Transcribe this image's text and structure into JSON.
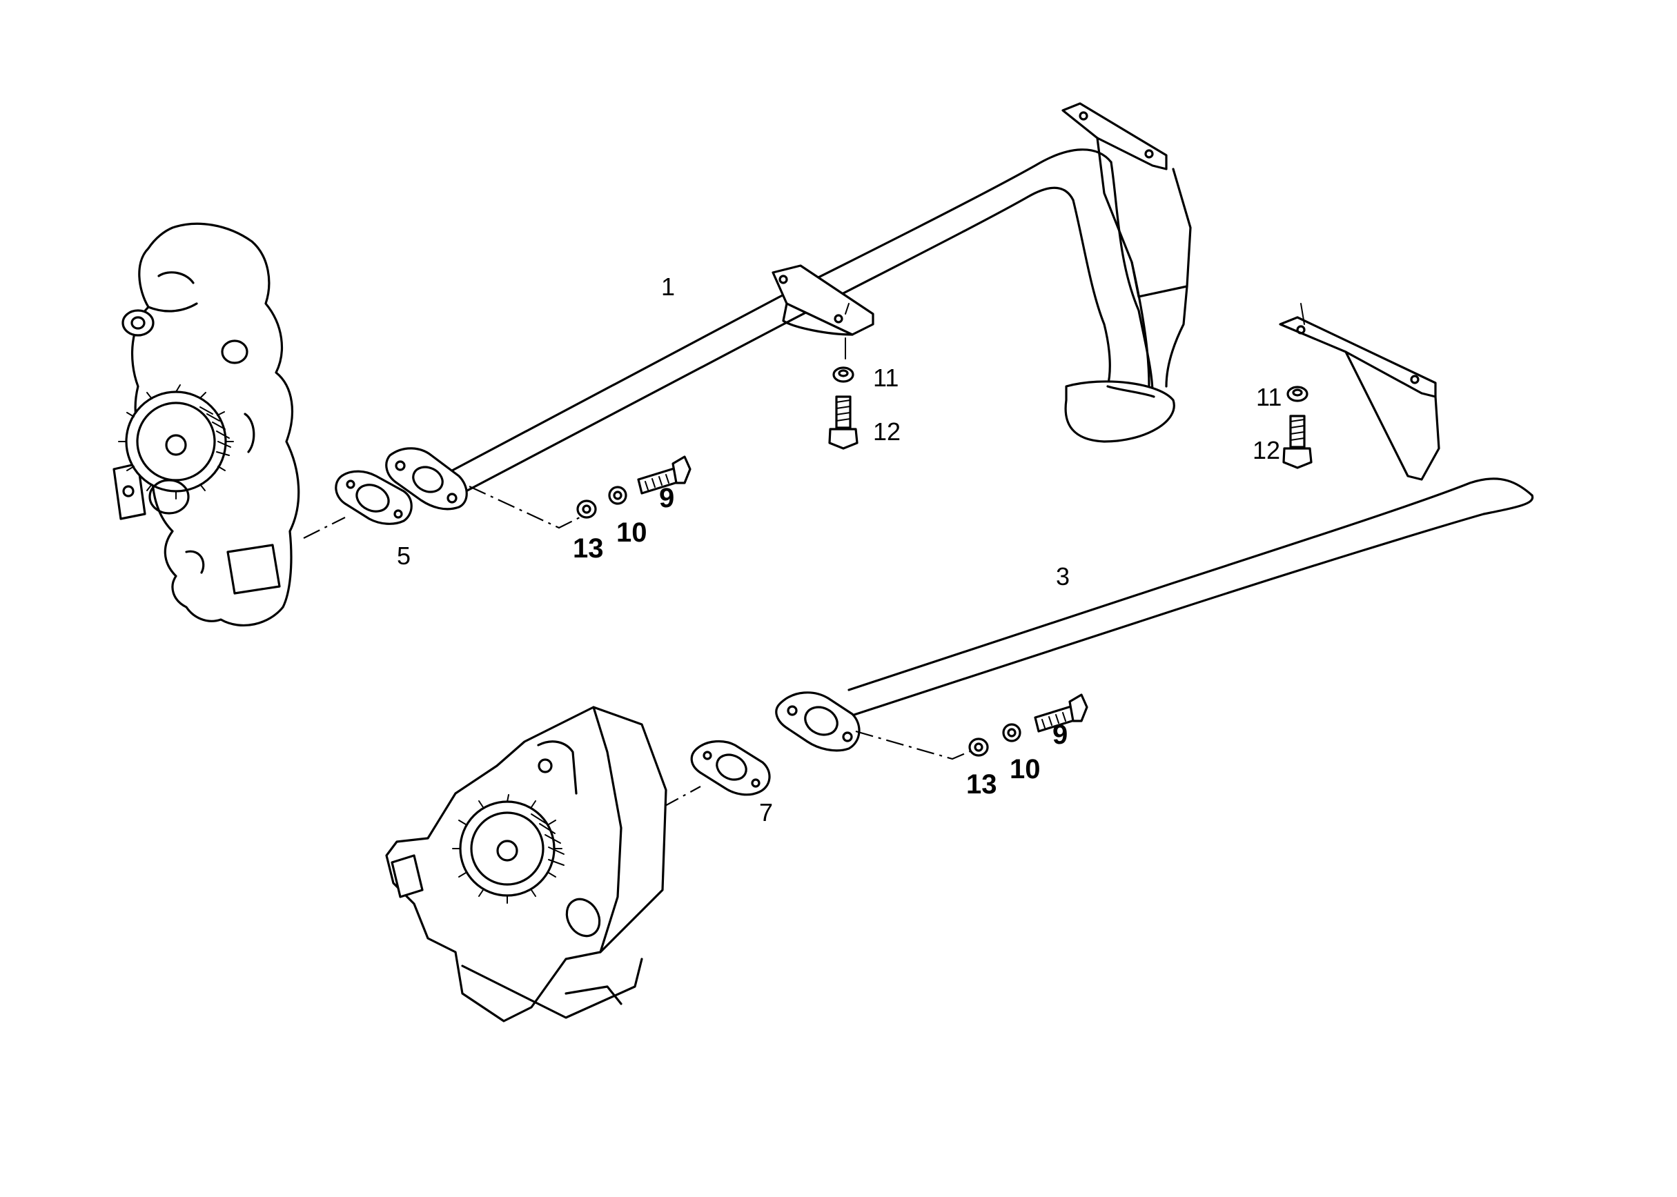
{
  "labels": {
    "p1": "1",
    "p3": "3",
    "p5": "5",
    "p7": "7",
    "p9a": "9",
    "p9b": "9",
    "p10a": "10",
    "p10b": "10",
    "p11a": "11",
    "p11b": "11",
    "p12a": "12",
    "p12b": "12",
    "p13a": "13",
    "p13b": "13"
  }
}
